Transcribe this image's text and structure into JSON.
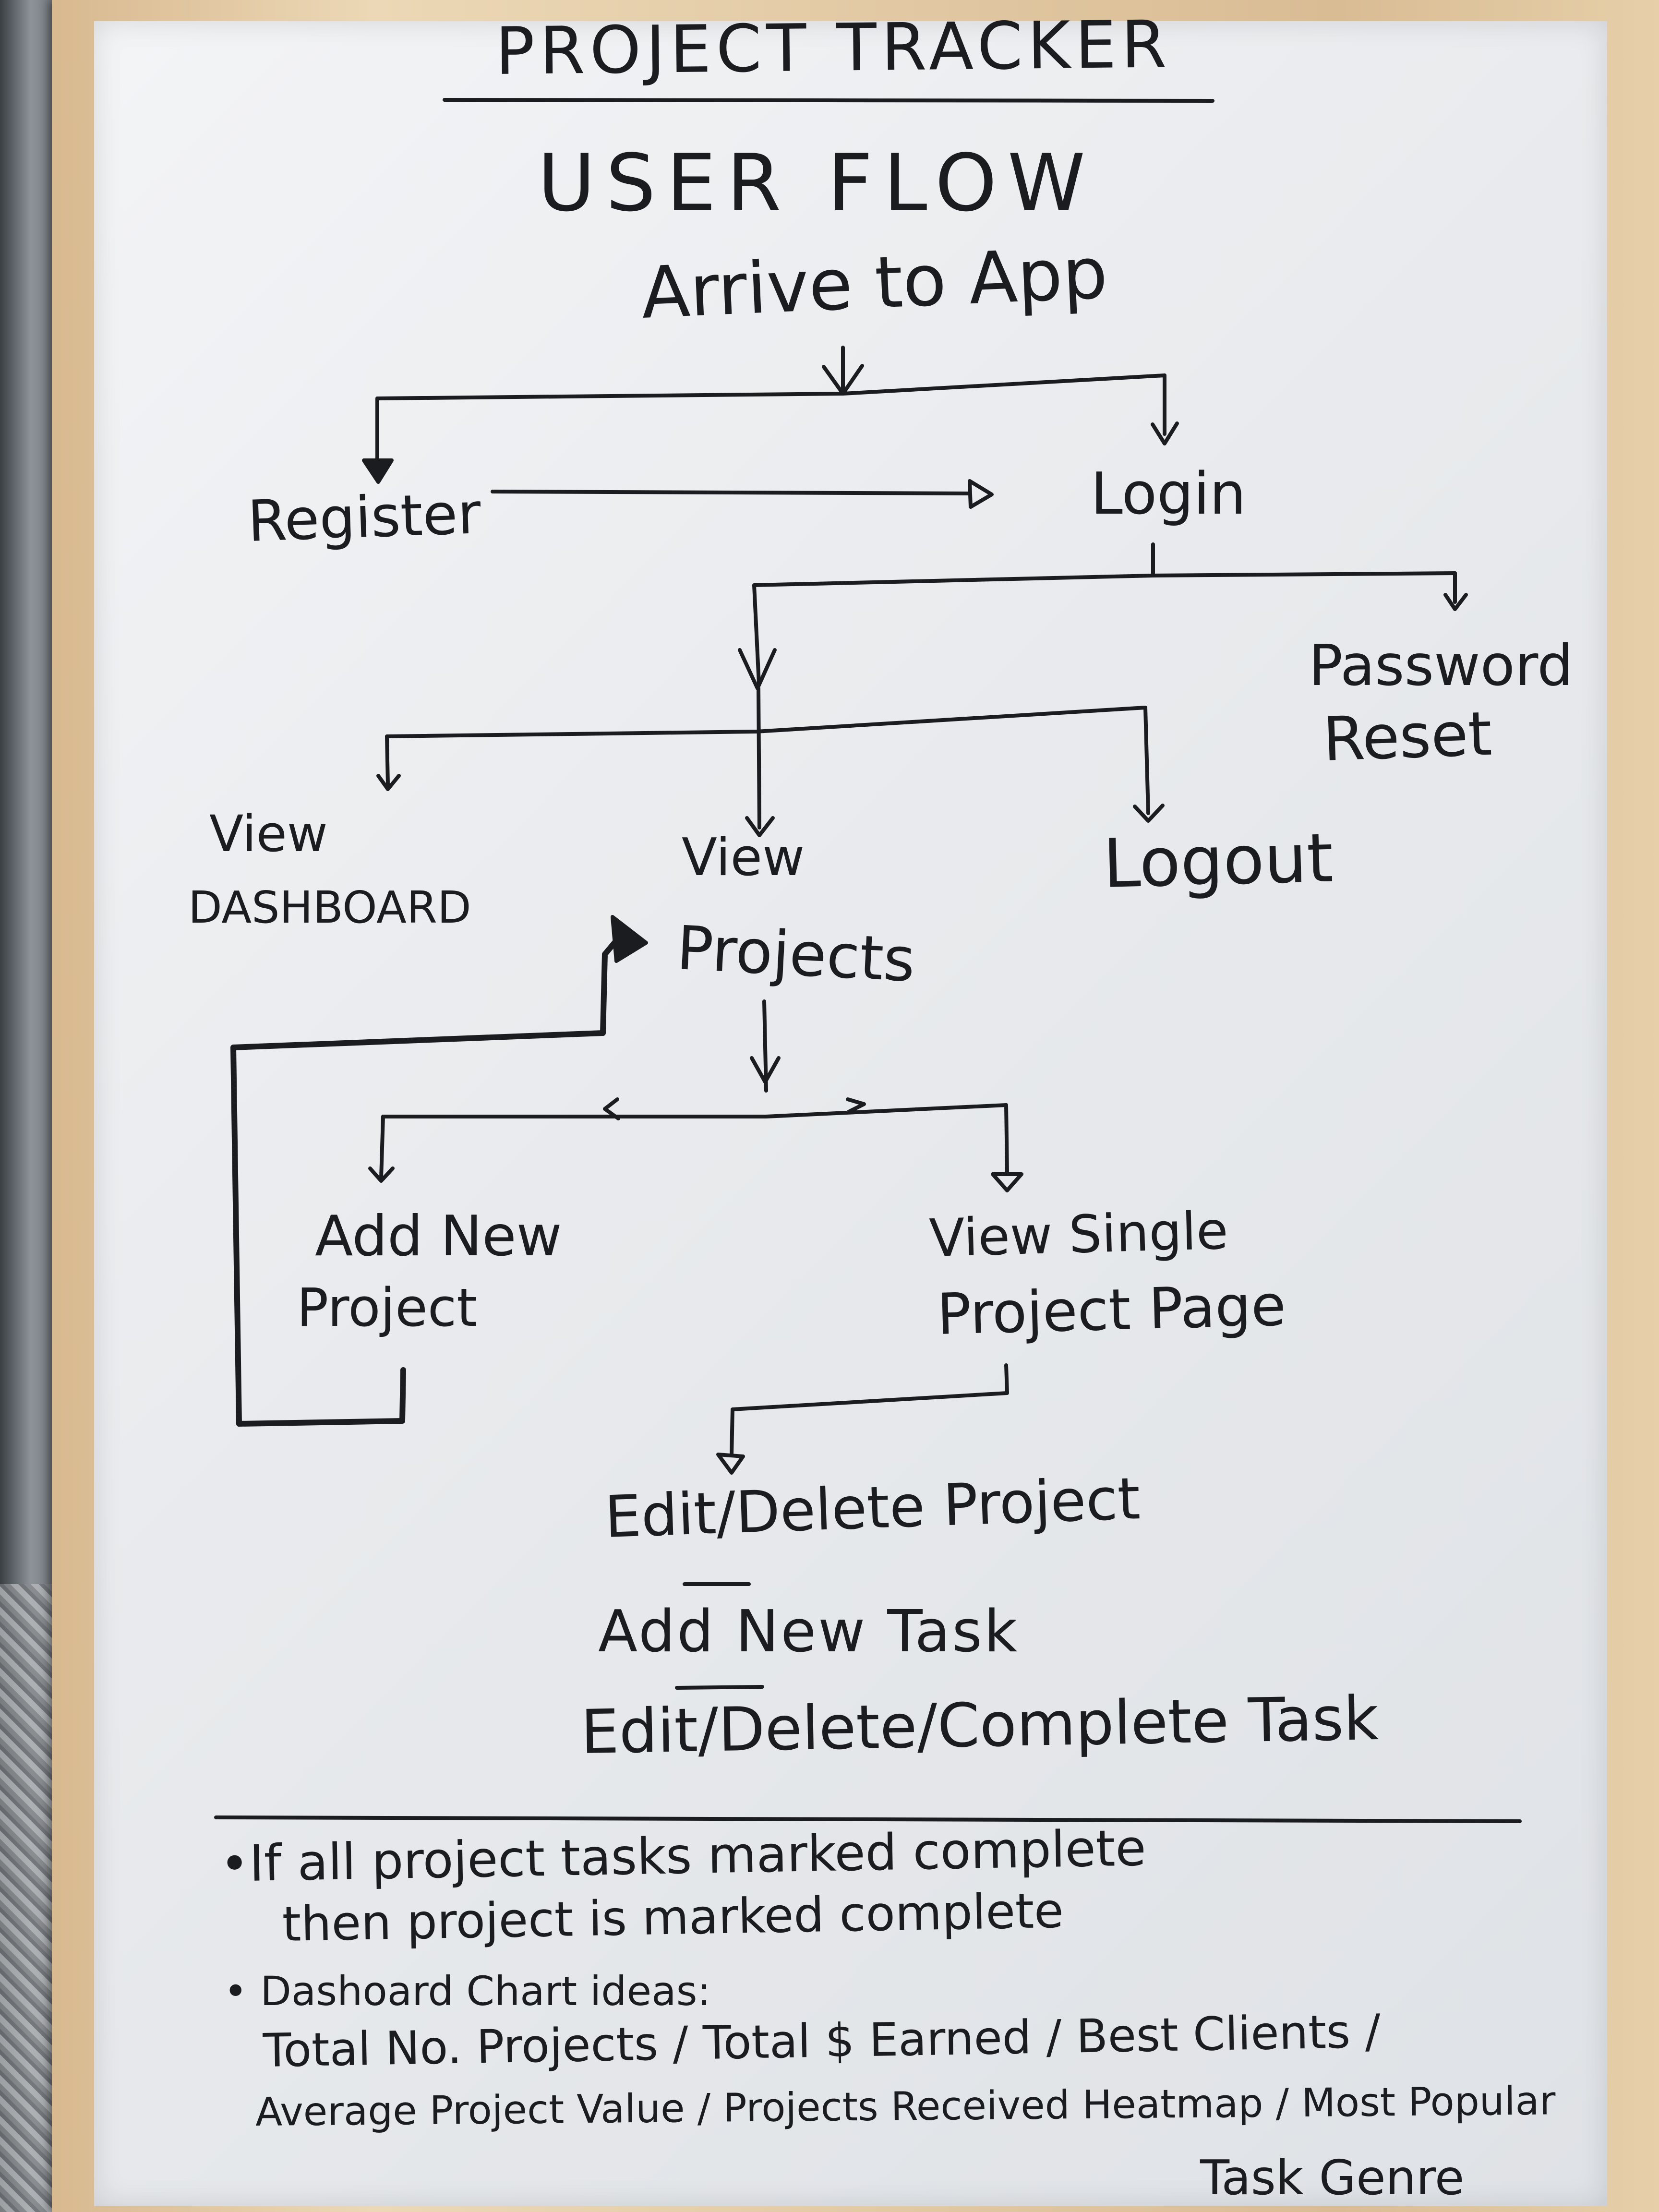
{
  "header": {
    "title": "PROJECT TRACKER",
    "subtitle": "USER FLOW"
  },
  "flow": {
    "start": "Arrive to App",
    "register": "Register",
    "login": "Login",
    "password_reset_line1": "Password",
    "password_reset_line2": "Reset",
    "view_dashboard_line1": "View",
    "view_dashboard_line2": "DASHBOARD",
    "view_projects_line1": "View",
    "view_projects_line2": "Projects",
    "logout": "Logout",
    "add_new_project_line1": "Add New",
    "add_new_project_line2": "Project",
    "view_single_line1": "View Single",
    "view_single_line2": "Project Page",
    "edit_delete_project": "Edit/Delete Project",
    "add_new_task": "Add New Task",
    "edit_delete_complete_task": "Edit/Delete/Complete Task"
  },
  "notes": {
    "note1_line1": "•If all project tasks marked complete",
    "note1_line2": "then project is marked complete",
    "note2_line1": "• Dashoard Chart ideas:",
    "note2_line2": "Total No. Projects / Total $ Earned / Best Clients /",
    "note2_line3": "Average Project Value / Projects Received Heatmap / Most Popular",
    "note2_line4": "Task Genre"
  },
  "colors": {
    "ink": "#1a1c20",
    "board": "#e8eaed",
    "frame": "#e2c9a2"
  }
}
